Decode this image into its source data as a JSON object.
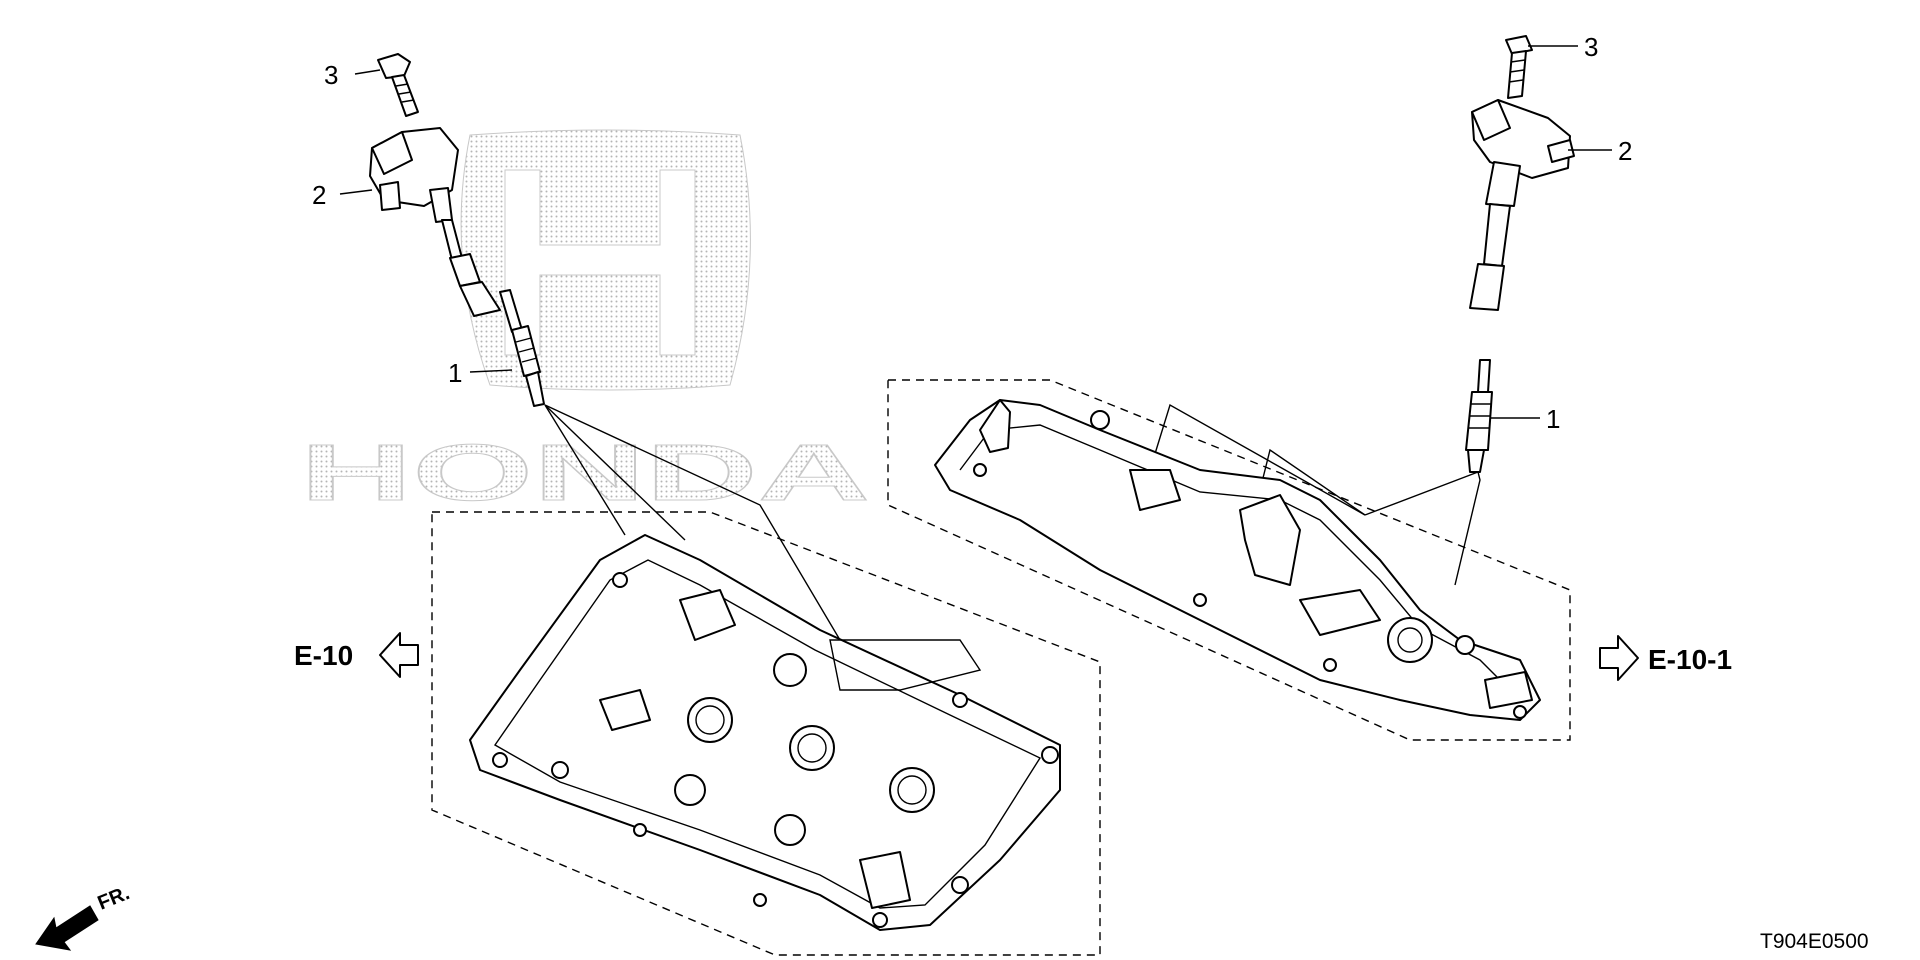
{
  "callouts": {
    "left_bolt": "3",
    "left_coil": "2",
    "left_plug": "1",
    "right_bolt": "3",
    "right_coil": "2",
    "right_plug": "1"
  },
  "refs": {
    "left": "E-10",
    "right": "E-10-1"
  },
  "front_label": "FR.",
  "diagram_code": "T904E0500",
  "watermark": {
    "text": "HONDA"
  }
}
